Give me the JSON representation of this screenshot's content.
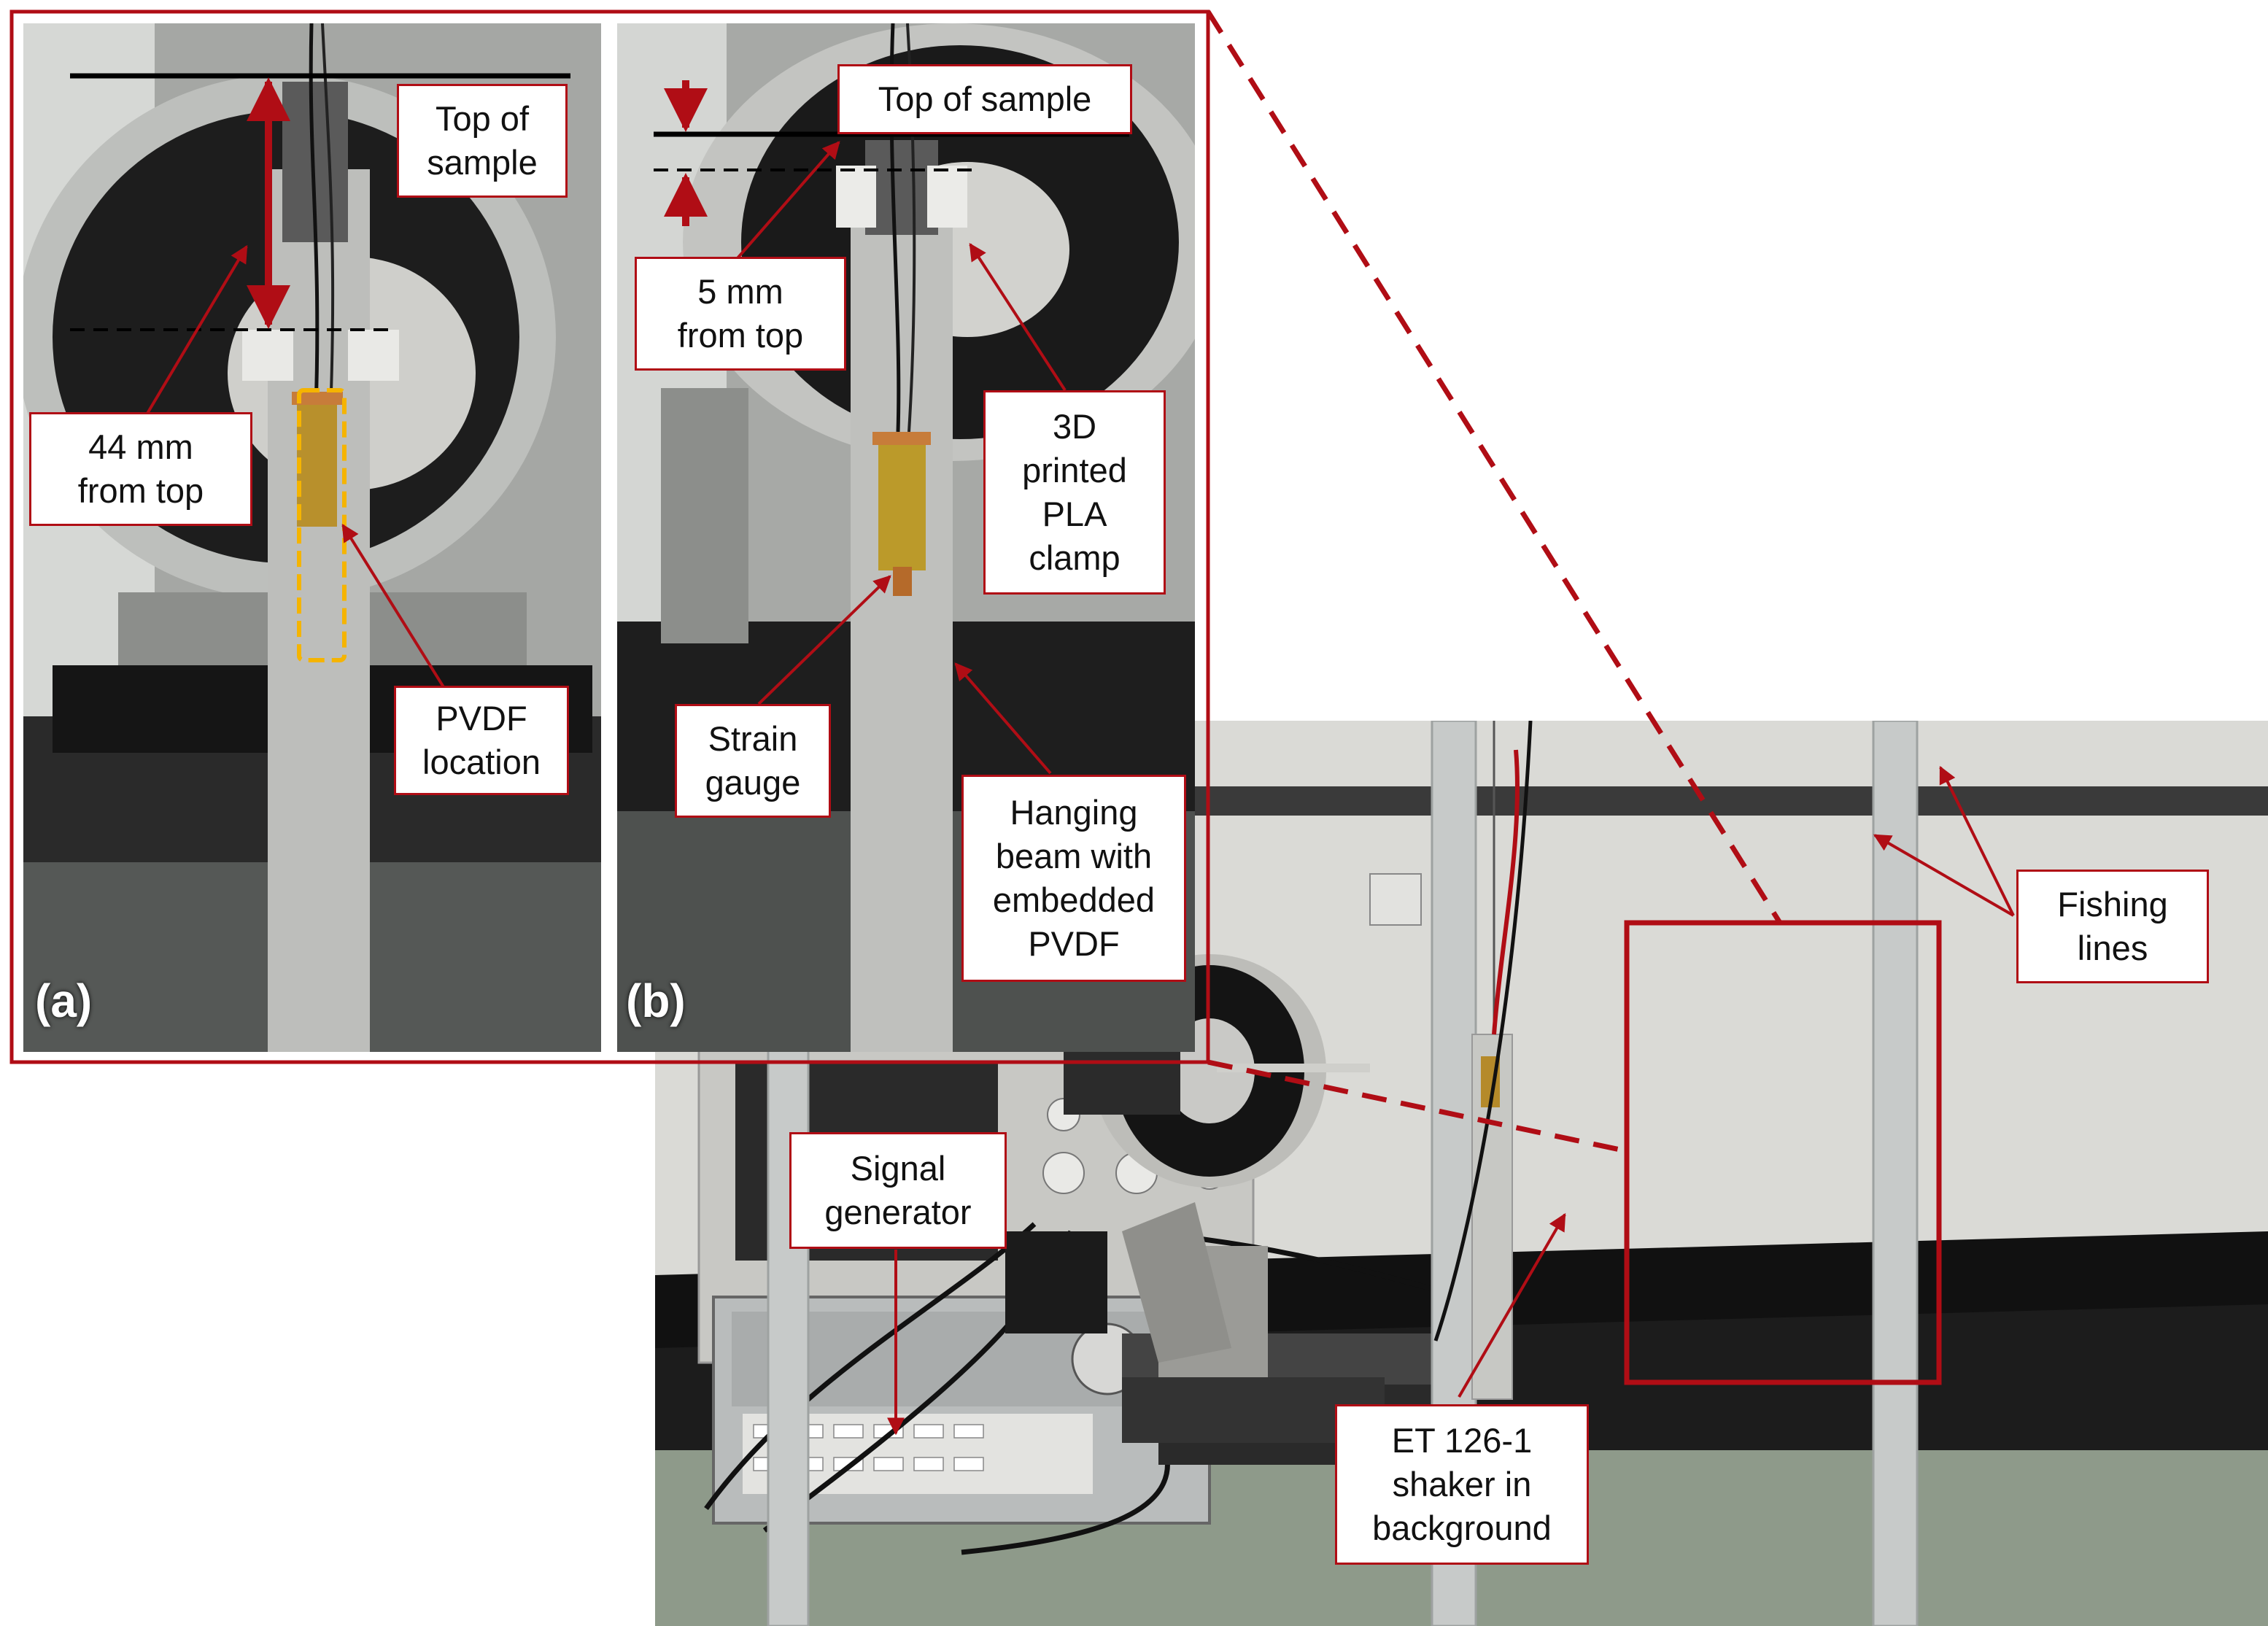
{
  "panels": {
    "a": {
      "tag": "(a)"
    },
    "b": {
      "tag": "(b)"
    }
  },
  "labels": {
    "a_top": "Top of\nsample",
    "a_44mm": "44 mm\nfrom top",
    "a_pvdf": "PVDF\nlocation",
    "b_top": "Top of sample",
    "b_5mm": "5 mm\nfrom top",
    "b_clamp": "3D\nprinted\nPLA\nclamp",
    "b_strain": "Strain\ngauge",
    "b_beam": "Hanging\nbeam with\nembedded\nPVDF",
    "main_signal": "Signal\ngenerator",
    "main_shaker": "ET 126-1\nshaker in\nbackground",
    "main_fishing": "Fishing\nlines"
  },
  "colors": {
    "accent_red": "#b00d15",
    "pvdf_outline": "#f5b400",
    "background": "#ffffff"
  }
}
